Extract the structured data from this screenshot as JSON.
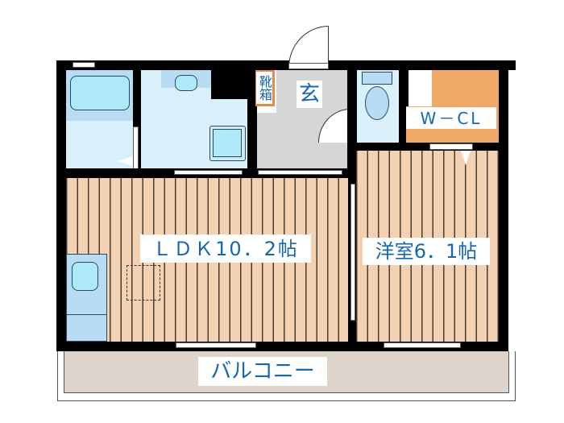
{
  "floorplan": {
    "rooms": {
      "ldk": {
        "label": "ＬＤＫ10．2帖",
        "type": "living-dining-kitchen",
        "size_jo": 10.2
      },
      "western_room": {
        "label": "洋室6．1帖",
        "type": "bedroom",
        "size_jo": 6.1
      },
      "entrance": {
        "label": "玄",
        "type": "entrance"
      },
      "shoe_box": {
        "label": "靴箱",
        "type": "shoe-cabinet"
      },
      "walk_in_closet": {
        "label": "W－CL",
        "type": "closet"
      },
      "balcony": {
        "label": "バルコニー",
        "type": "balcony"
      },
      "bathroom": {
        "label": "",
        "type": "bath"
      },
      "washroom": {
        "label": "",
        "type": "washroom"
      },
      "toilet": {
        "label": "",
        "type": "toilet"
      }
    },
    "colors": {
      "wall": "#000000",
      "wood_floor": "#f3d2b3",
      "wood_line": "#4a3a2e",
      "closet": "#f0a868",
      "entrance_floor": "#d6d6d6",
      "wet_area": "#daf1fb",
      "fixture": "#aee9f7",
      "balcony": "#ddd5cc",
      "label_text": "#1467b5"
    }
  }
}
